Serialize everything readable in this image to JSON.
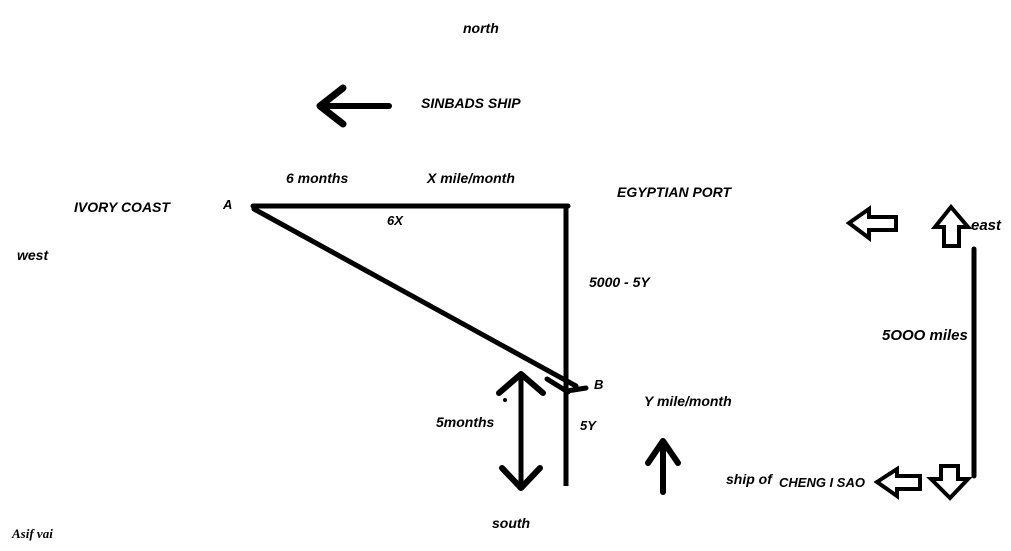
{
  "page": {
    "background_color": "#ffffff",
    "ink_color": "#000000",
    "description": "Hand-drawn ship navigation math sketch"
  },
  "compass": {
    "north": "north",
    "south": "south",
    "east": "east",
    "west": "west"
  },
  "places": {
    "ivory_coast": "IVORY COAST",
    "egyptian_port": "EGYPTIAN PORT"
  },
  "points": {
    "a": "A",
    "b": "B"
  },
  "ships": {
    "sinbad": "SINBADS SHIP",
    "cheng_prefix": "ship of",
    "cheng_name": "CHENG I SAO"
  },
  "measurements": {
    "six_months": "6 months",
    "x_rate": "X mile/month",
    "six_x": "6X",
    "vertical_remaining": "5000 - 5Y",
    "five_months": "5months",
    "five_y": "5Y",
    "y_rate": "Y mile/month",
    "total_distance": "5OOO miles"
  },
  "signature": "Asif vai"
}
